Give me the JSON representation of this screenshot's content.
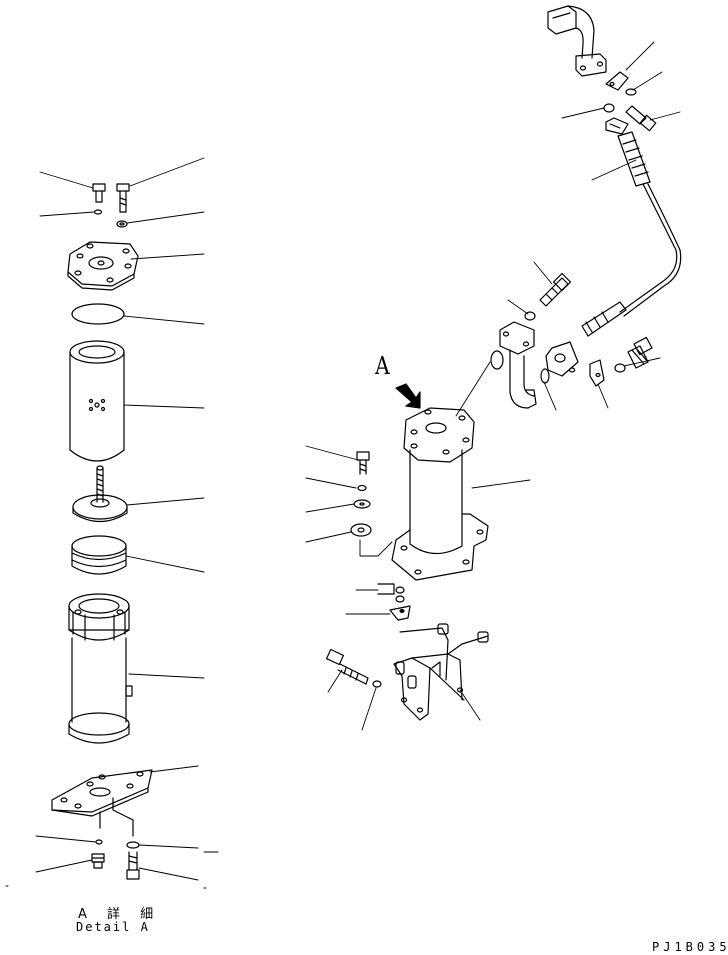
{
  "diagram": {
    "view_letter": "A",
    "detail_caption_jp": "A 詳 細",
    "detail_caption_en": "Detail A",
    "drawing_code": "PJ1B035"
  },
  "colors": {
    "line": "#000000",
    "background": "#ffffff"
  }
}
